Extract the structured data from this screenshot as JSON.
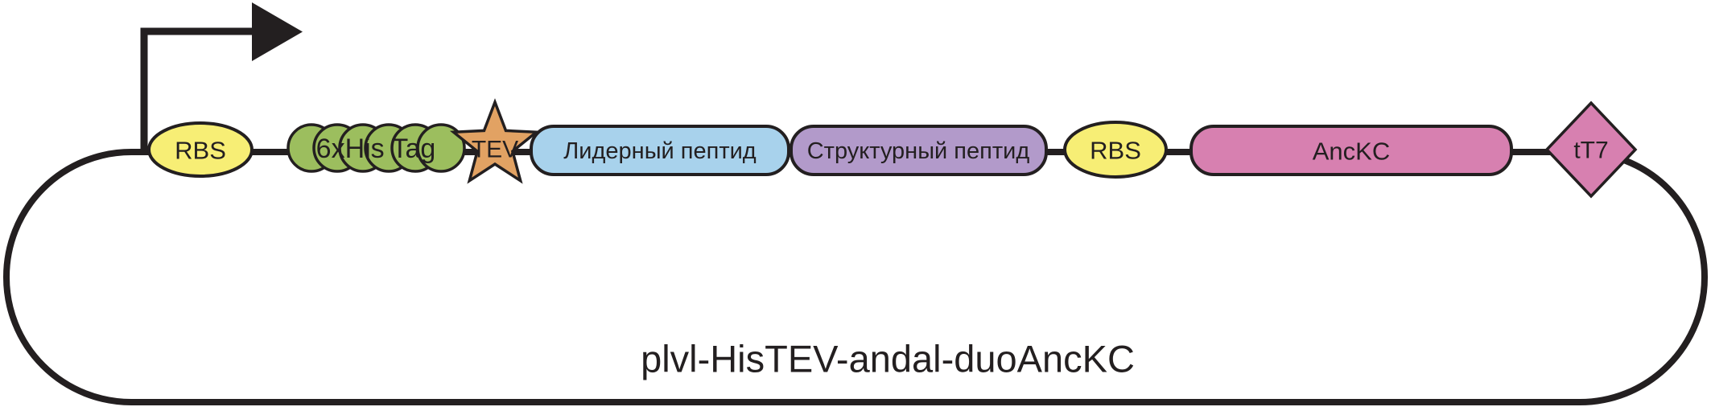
{
  "figure": {
    "type": "plasmid-map",
    "title": "plvl-HisTEV-andal-duoAncKC"
  },
  "colors": {
    "outline": "#231F20",
    "rbs_fill": "#F7EE75",
    "his_fill": "#9CBE5E",
    "tev_fill": "#E2A263",
    "leader_fill": "#A8D2EC",
    "structural_fill": "#B29ACA",
    "gene_fill": "#D780B0",
    "promoter_color": "#231F20"
  },
  "elements": {
    "promoter": {
      "name": "promoter"
    },
    "rbs1": {
      "label": "RBS"
    },
    "his_tag": {
      "label": "6xHis Tag"
    },
    "tev": {
      "label": "TEV"
    },
    "leader_peptide": {
      "label": "Лидерный пептид"
    },
    "structural_peptide": {
      "label": "Структурный пептид"
    },
    "rbs2": {
      "label": "RBS"
    },
    "anckc": {
      "label": "AncKC"
    },
    "terminator": {
      "label": "tT7"
    }
  }
}
